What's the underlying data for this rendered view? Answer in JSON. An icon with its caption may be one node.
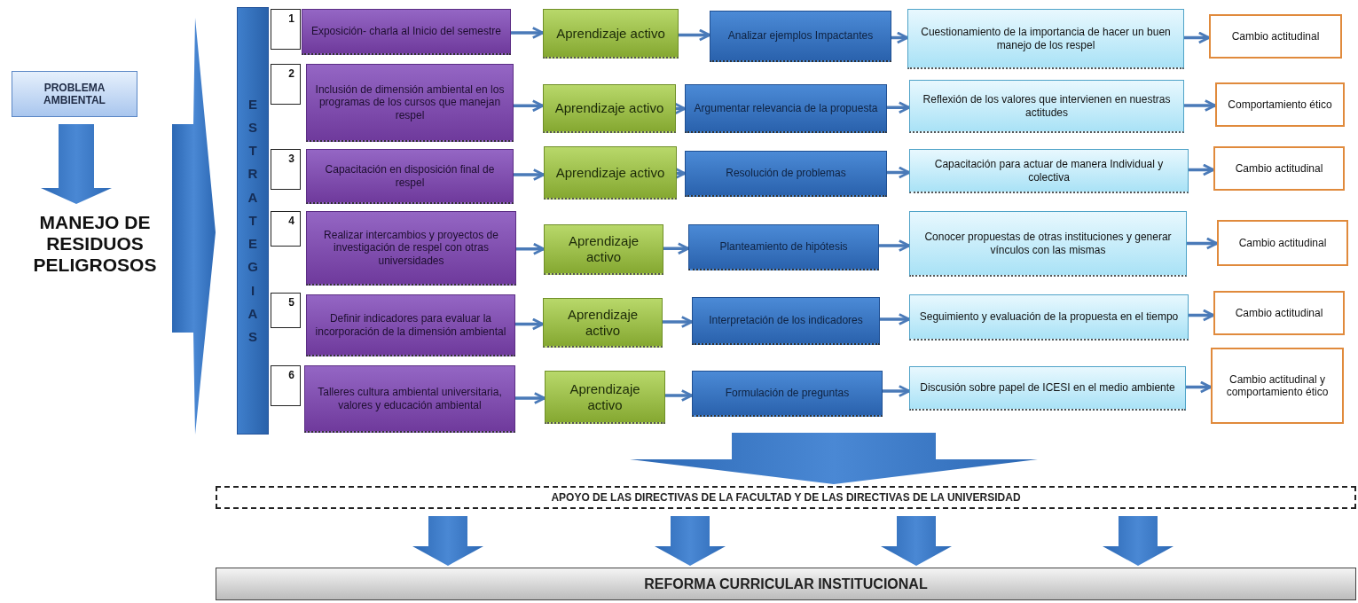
{
  "diagram": {
    "nodes": [
      {
        "text": [
          "PROBLEMA AMBIENTAL"
        ]
      },
      {
        "text": [
          "MANEJO DE RESIDUOS PELIGROSOS"
        ]
      },
      {
        "text": [
          "ESTRATEGIAS"
        ]
      },
      {
        "text": [
          "1"
        ]
      },
      {
        "text": [
          "Exposición- charla al Inicio del semestre"
        ]
      },
      {
        "text": [
          "Aprendizaje activo"
        ]
      },
      {
        "text": [
          "Analizar ejemplos Impactantes"
        ]
      },
      {
        "text": [
          "Cuestionamiento de la importancia de hacer un buen manejo de los respel"
        ]
      },
      {
        "text": [
          "Cambio actitudinal"
        ]
      },
      {
        "text": [
          "2"
        ]
      },
      {
        "text": [
          "Inclusión de dimensión ambiental en los programas de los cursos que manejan respel"
        ]
      },
      {
        "text": [
          "Aprendizaje activo"
        ]
      },
      {
        "text": [
          "Argumentar relevancia de la propuesta"
        ]
      },
      {
        "text": [
          "Reflexión de los valores que intervienen en nuestras actitudes"
        ]
      },
      {
        "text": [
          "Comportamiento ético"
        ]
      },
      {
        "text": [
          "3"
        ]
      },
      {
        "text": [
          "Capacitación en disposición final de respel"
        ]
      },
      {
        "text": [
          "Aprendizaje activo"
        ]
      },
      {
        "text": [
          "Resolución de problemas"
        ]
      },
      {
        "text": [
          "Capacitación para actuar de manera Individual y colectiva"
        ]
      },
      {
        "text": [
          "Cambio actitudinal"
        ]
      },
      {
        "text": [
          "4"
        ]
      },
      {
        "text": [
          "Realizar intercambios y proyectos de investigación de respel con otras universidades"
        ]
      },
      {
        "text": [
          "Aprendizaje activo"
        ]
      },
      {
        "text": [
          "Planteamiento de hipótesis"
        ]
      },
      {
        "text": [
          "Conocer propuestas de otras instituciones y generar vínculos con las mismas"
        ]
      },
      {
        "text": [
          "Cambio actitudinal"
        ]
      },
      {
        "text": [
          "5"
        ]
      },
      {
        "text": [
          "Definir indicadores para evaluar la incorporación de la dimensión ambiental"
        ]
      },
      {
        "text": [
          "Aprendizaje activo"
        ]
      },
      {
        "text": [
          "Interpretación de los indicadores"
        ]
      },
      {
        "text": [
          "Seguimiento y evaluación de la propuesta en el tiempo"
        ]
      },
      {
        "text": [
          "Cambio actitudinal"
        ]
      },
      {
        "text": [
          "6"
        ]
      },
      {
        "text": [
          "Talleres cultura ambiental universitaria, valores y educación ambiental"
        ]
      },
      {
        "text": [
          "Aprendizaje activo"
        ]
      },
      {
        "text": [
          "Formulación de preguntas"
        ]
      },
      {
        "text": [
          "Discusión sobre papel de ICESI en el medio ambiente"
        ]
      },
      {
        "text": [
          "Cambio actitudinal y comportamiento ético"
        ]
      },
      {
        "text": [
          "APOYO DE LAS DIRECTIVAS DE LA FACULTAD Y DE LAS DIRECTIVAS DE LA UNIVERSIDAD"
        ]
      },
      {
        "text": [
          "REFORMA CURRICULAR INSTITUCIONAL"
        ]
      }
    ],
    "edges": [
      {
        "from": 0,
        "to": 1,
        "arrow": "to",
        "style": "thick"
      },
      {
        "from": 1,
        "to": 2,
        "arrow": "to",
        "style": "thick"
      },
      {
        "from": 4,
        "to": 5,
        "arrow": "to"
      },
      {
        "from": 5,
        "to": 6,
        "arrow": "to"
      },
      {
        "from": 6,
        "to": 7,
        "arrow": "to"
      },
      {
        "from": 7,
        "to": 8,
        "arrow": "to"
      },
      {
        "from": 10,
        "to": 11,
        "arrow": "to"
      },
      {
        "from": 11,
        "to": 12,
        "arrow": "to"
      },
      {
        "from": 12,
        "to": 13,
        "arrow": "to"
      },
      {
        "from": 13,
        "to": 14,
        "arrow": "to"
      },
      {
        "from": 16,
        "to": 17,
        "arrow": "to"
      },
      {
        "from": 17,
        "to": 18,
        "arrow": "to"
      },
      {
        "from": 18,
        "to": 19,
        "arrow": "to"
      },
      {
        "from": 19,
        "to": 20,
        "arrow": "to"
      },
      {
        "from": 22,
        "to": 23,
        "arrow": "to"
      },
      {
        "from": 23,
        "to": 24,
        "arrow": "to"
      },
      {
        "from": 24,
        "to": 25,
        "arrow": "to"
      },
      {
        "from": 25,
        "to": 26,
        "arrow": "to"
      },
      {
        "from": 28,
        "to": 29,
        "arrow": "to"
      },
      {
        "from": 29,
        "to": 30,
        "arrow": "to"
      },
      {
        "from": 30,
        "to": 31,
        "arrow": "to"
      },
      {
        "from": 31,
        "to": 32,
        "arrow": "to"
      },
      {
        "from": 34,
        "to": 35,
        "arrow": "to"
      },
      {
        "from": 35,
        "to": 36,
        "arrow": "to"
      },
      {
        "from": 36,
        "to": 37,
        "arrow": "to"
      },
      {
        "from": 37,
        "to": 38,
        "arrow": "to"
      },
      {
        "from": null,
        "to": 39,
        "arrow": "to",
        "style": "thick"
      },
      {
        "from": 39,
        "to": 40,
        "arrow": "to",
        "style": "thick"
      },
      {
        "from": 39,
        "to": 40,
        "arrow": "to",
        "style": "thick"
      },
      {
        "from": 39,
        "to": 40,
        "arrow": "to",
        "style": "thick"
      },
      {
        "from": 39,
        "to": 40,
        "arrow": "to",
        "style": "thick"
      }
    ]
  }
}
